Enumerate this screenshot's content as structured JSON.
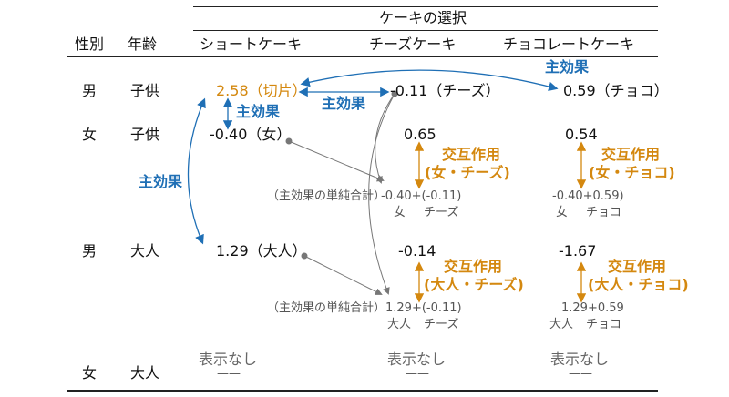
{
  "header": {
    "group": "ケーキの選択",
    "col_sex": "性別",
    "col_age": "年齢",
    "col_short": "ショートケーキ",
    "col_cheese": "チーズケーキ",
    "col_choco": "チョコレートケーキ"
  },
  "rows": [
    {
      "sex": "男",
      "age": "子供"
    },
    {
      "sex": "女",
      "age": "子供"
    },
    {
      "sex": "男",
      "age": "大人"
    },
    {
      "sex": "女",
      "age": "大人"
    }
  ],
  "cells": {
    "intercept": "2.58（切片）",
    "cheese_main": "-0.11（チーズ）",
    "choco_main": "0.59（チョコ）",
    "female_main": "-0.40（女）",
    "female_cheese": "0.65",
    "female_choco": "0.54",
    "adult_main": "1.29（大人）",
    "adult_cheese": "-0.14",
    "adult_choco": "-1.67",
    "not_shown": "表示なし",
    "dash": "——"
  },
  "labels": {
    "main_effect": "主効果",
    "interaction": "交互作用",
    "fc": "(女・チーズ)",
    "fch": "(女・チョコ)",
    "ac": "(大人・チーズ)",
    "ach": "(大人・チョコ)",
    "simple_sum": "（主効果の単純合計）"
  },
  "sums": {
    "fc": "-0.40+(-0.11)",
    "fch": "-0.40+0.59)",
    "ac": "1.29+(-0.11)",
    "ach": "1.29+0.59",
    "female": "女",
    "adult": "大人",
    "cheese": "チーズ",
    "choco": "チョコ"
  },
  "colors": {
    "blue": "#1f6fb5",
    "orange": "#d4880f",
    "gray": "#777777"
  }
}
